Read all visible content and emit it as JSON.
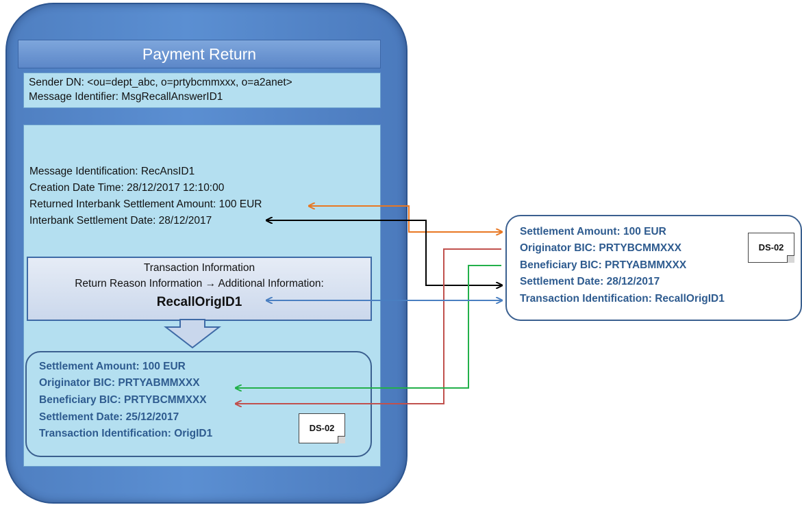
{
  "payment_return": {
    "title": "Payment Return",
    "sender_dn": "Sender DN: <ou=dept_abc, o=prtybcmmxxx, o=a2anet>",
    "message_identifier": "Message Identifier: MsgRecallAnswerID1",
    "message_identification": "Message Identification: RecAnsID1",
    "creation_date_time": "Creation Date Time: 28/12/2017 12:10:00",
    "returned_amount": "Returned Interbank Settlement Amount: 100 EUR",
    "settlement_date": "Interbank Settlement Date: 28/12/2017",
    "transaction_info": {
      "heading": "Transaction Information",
      "path": "Return Reason Information → Additional Information:",
      "value": "RecallOrigID1"
    }
  },
  "inner_dataset": {
    "tag": "DS-02",
    "lines": [
      "Settlement Amount: 100 EUR",
      "Originator BIC: PRTYABMMXXX",
      "Beneficiary BIC: PRTYBCMMXXX",
      "Settlement Date: 25/12/2017",
      "Transaction Identification:  OrigID1"
    ]
  },
  "external_dataset": {
    "tag": "DS-02",
    "lines": [
      "Settlement Amount: 100 EUR",
      "Originator BIC: PRTYBCMMXXX",
      "Beneficiary BIC: PRTYABMMXXX",
      "Settlement Date: 28/12/2017",
      "Transaction Identification:  RecallOrigID1"
    ]
  },
  "colors": {
    "amount_link": "#e87722",
    "date_link": "#000000",
    "originator_link": "#c0504d",
    "beneficiary_link": "#22b04a",
    "txid_link": "#4a7fc1"
  }
}
